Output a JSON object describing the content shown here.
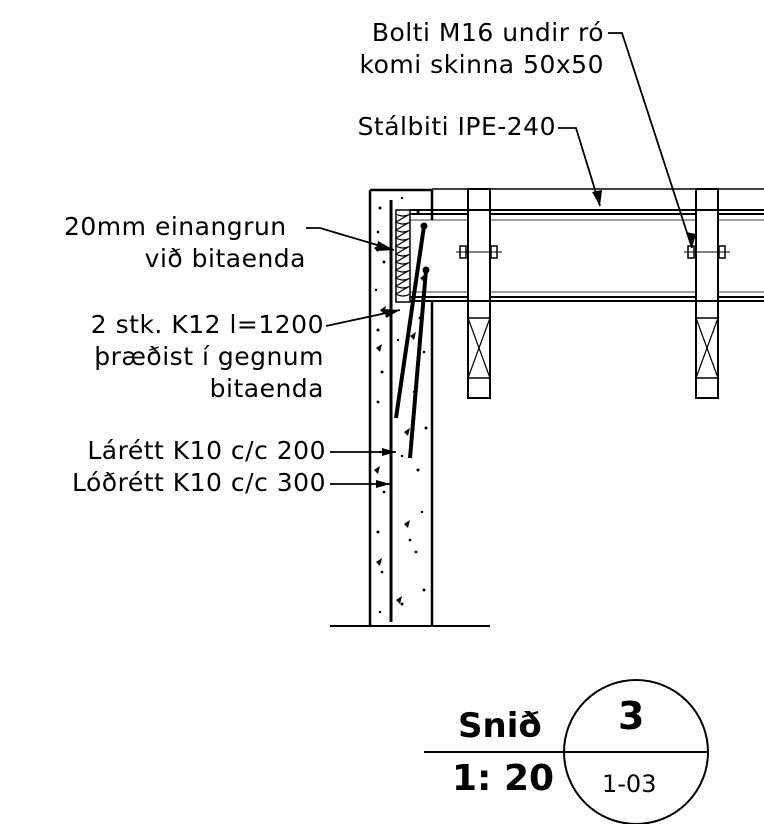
{
  "annotations": {
    "bolt_line1": "Bolti M16 undir ró",
    "bolt_line2": "komi skinna 50x50",
    "beam": "Stálbiti IPE-240",
    "insulation_line1": "20mm einangrun",
    "insulation_line2": "við bitaenda",
    "rebar_k12_line1": "2 stk. K12 l=1200",
    "rebar_k12_line2": "þræðist í gegnum",
    "rebar_k12_line3": "bitaenda",
    "horizontal_rebar": "Lárétt K10 c/c 200",
    "vertical_rebar": "Lóðrétt K10 c/c 300"
  },
  "title_block": {
    "label": "Snið",
    "scale": "1: 20",
    "section_number": "3",
    "sheet_ref": "1-03"
  }
}
